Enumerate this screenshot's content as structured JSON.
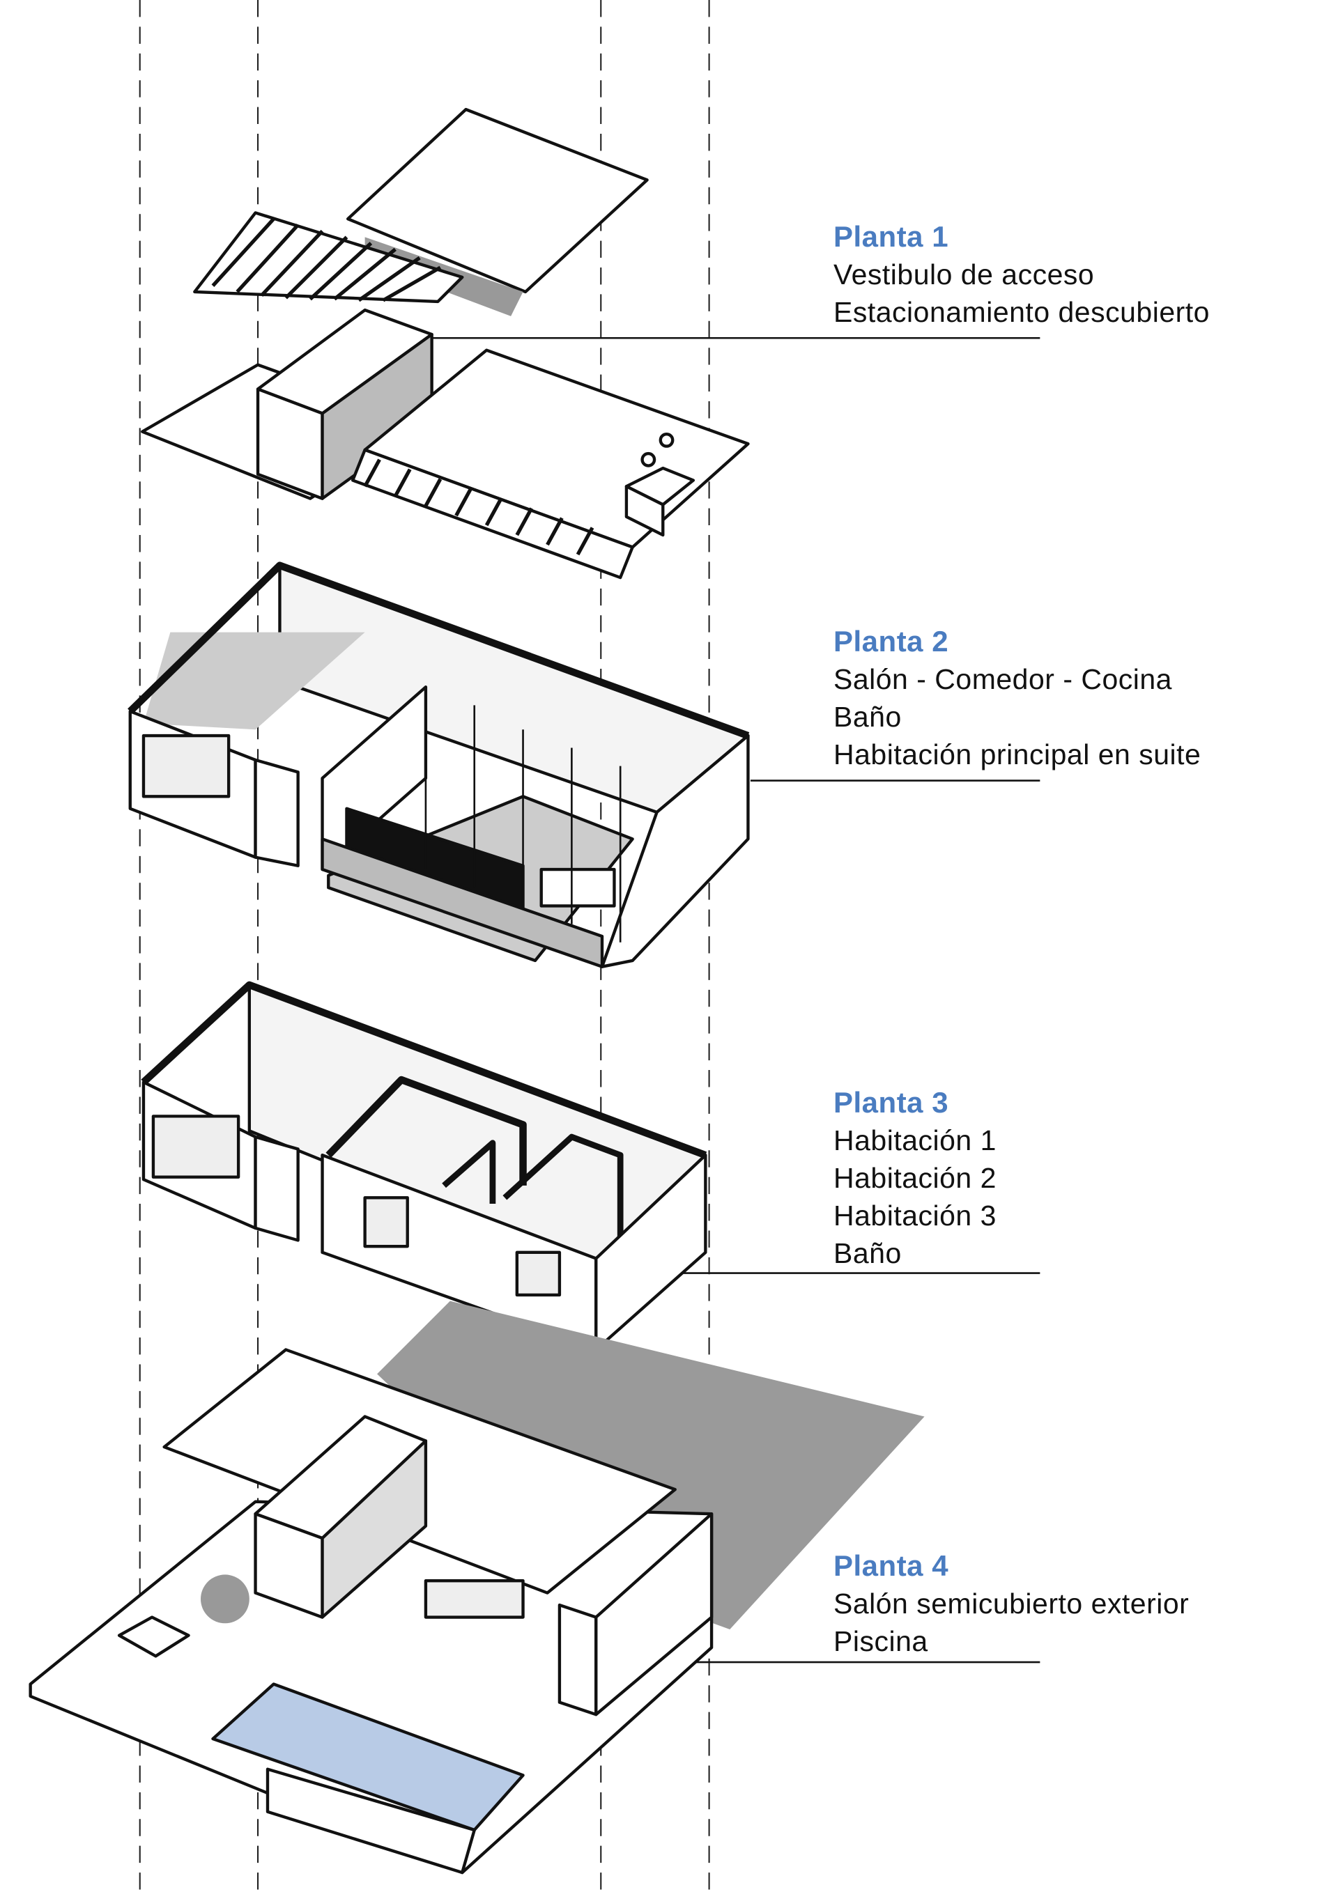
{
  "colors": {
    "title": "#4a7cc0",
    "text": "#111111",
    "shadow": "#9a9a9a",
    "pool": "#b8cbe6"
  },
  "floors": [
    {
      "title": "Planta 1",
      "items": [
        "Vestibulo de acceso",
        "Estacionamiento descubierto"
      ]
    },
    {
      "title": "Planta 2",
      "items": [
        "Salón - Comedor - Cocina",
        "Baño",
        "Habitación principal en suite"
      ]
    },
    {
      "title": "Planta 3",
      "items": [
        "Habitación 1",
        "Habitación 2",
        "Habitación 3",
        "Baño"
      ]
    },
    {
      "title": "Planta 4",
      "items": [
        "Salón semicubierto exterior",
        "Piscina"
      ]
    }
  ]
}
